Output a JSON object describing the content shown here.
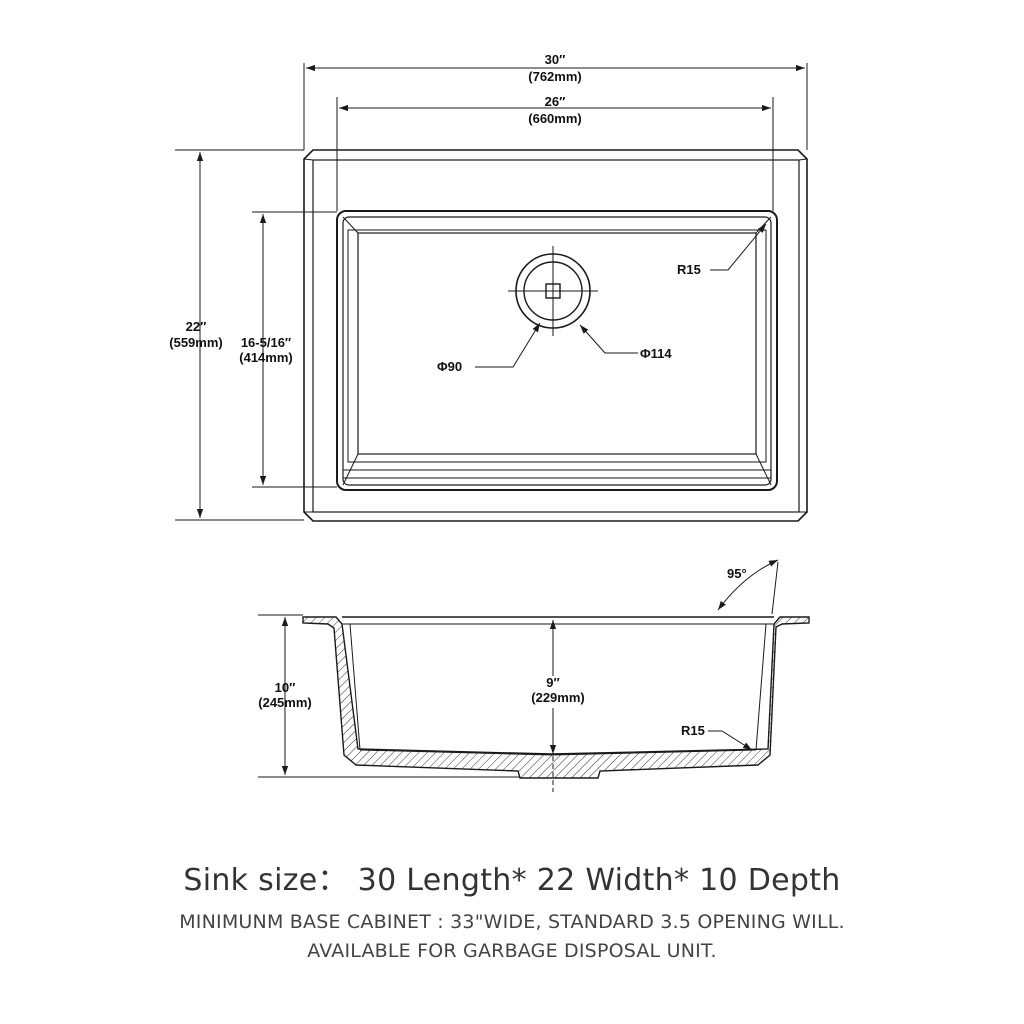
{
  "top_view": {
    "width_total_in": "30″",
    "width_total_mm": "(762mm)",
    "width_bowl_in": "26″",
    "width_bowl_mm": "(660mm)",
    "depth_total_in": "22″",
    "depth_total_mm": "(559mm)",
    "depth_bowl_in": "16-5/16″",
    "depth_bowl_mm": "(414mm)",
    "corner_radius": "R15",
    "drain_inner": "Φ90",
    "drain_outer": "Φ114"
  },
  "side_view": {
    "angle": "95°",
    "total_depth_in": "10″",
    "total_depth_mm": "(245mm)",
    "bowl_depth_in": "9″",
    "bowl_depth_mm": "(229mm)",
    "bottom_radius": "R15"
  },
  "caption": {
    "title": "Sink size： 30 Length* 22 Width* 10 Depth",
    "line1": "MINIMUNM BASE CABINET : 33\"WIDE,   STANDARD 3.5 OPENING WILL.",
    "line2": "AVAILABLE FOR GARBAGE DISPOSAL UNIT."
  },
  "colors": {
    "line": "#1a1a1a",
    "text": "#111111",
    "caption": "#333333"
  }
}
